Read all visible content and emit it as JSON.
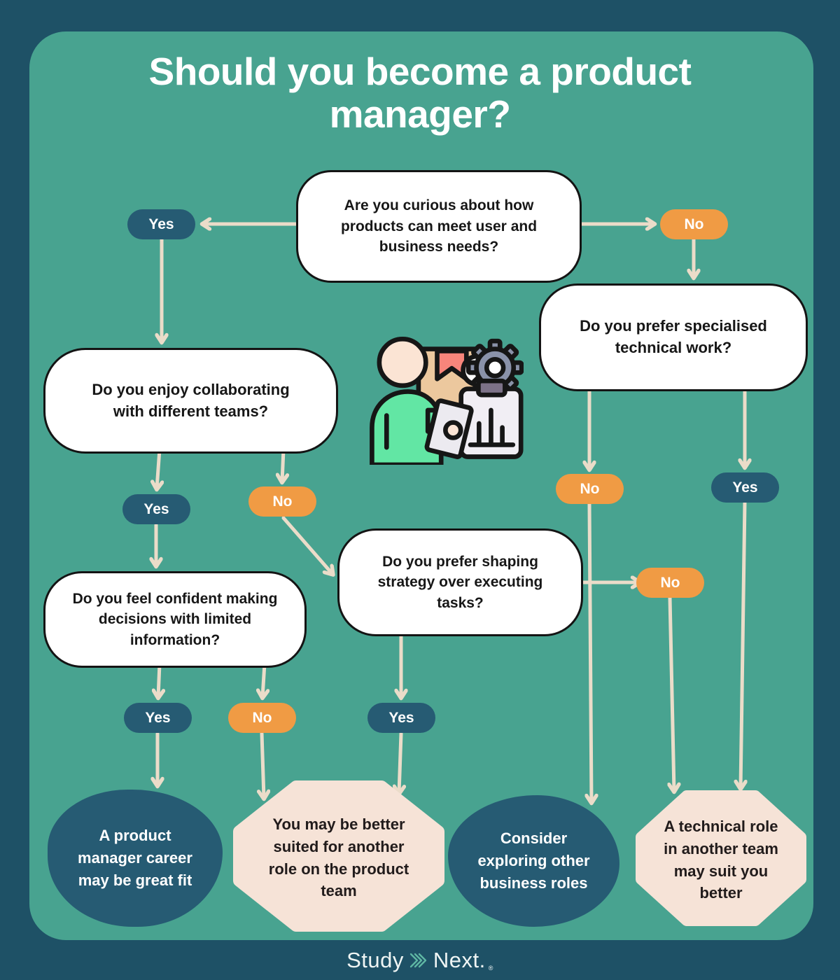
{
  "title": "Should you become a product manager?",
  "questions": {
    "curiosity": "Are you curious about how products can meet user and business needs?",
    "collaboration": "Do you enjoy collaborating with different teams?",
    "technical": "Do you prefer specialised technical work?",
    "confidence": "Do you feel confident making decisions with limited information?",
    "strategy": "Do you prefer shaping strategy over executing tasks?"
  },
  "labels": {
    "yes": "Yes",
    "no": "No"
  },
  "outcomes": {
    "pm_fit": "A product manager career may be great fit",
    "other_product_role": "You may be better suited for another role on the product team",
    "business_roles": "Consider exploring other business roles",
    "technical_role": "A technical role in another team may suit you better"
  },
  "footer": {
    "study": "Study",
    "next": "Next.",
    "registered_mark": "®"
  },
  "icons": {
    "illustration": "product-manager-illustration",
    "logo_chevrons": "triple-chevron-right-icon"
  },
  "colors": {
    "outer_border": "#1E5166",
    "panel_background": "#48A390",
    "navy": "#265B73",
    "orange": "#F09B44",
    "arrow_cream": "#EBDCC9",
    "node_cream": "#F6E3D7",
    "box_background": "#FFFFFF",
    "box_border": "#141414",
    "title_text": "#FFFFFF",
    "logo_chevron": "#5FB8A4"
  }
}
